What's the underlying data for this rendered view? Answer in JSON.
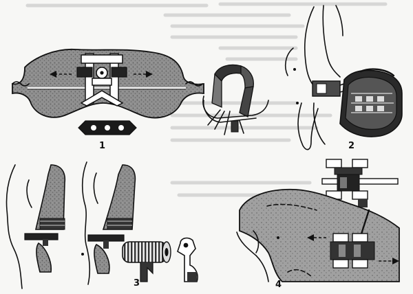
{
  "figure": {
    "panels": [
      {
        "label": "1"
      },
      {
        "label": "2"
      },
      {
        "label": "3"
      },
      {
        "label": "4"
      }
    ]
  },
  "colors": {
    "ink": "#111111",
    "paper": "#f7f7f5",
    "acrylic": "#8a8a8a",
    "ghost_print": "#bdbdbd"
  }
}
